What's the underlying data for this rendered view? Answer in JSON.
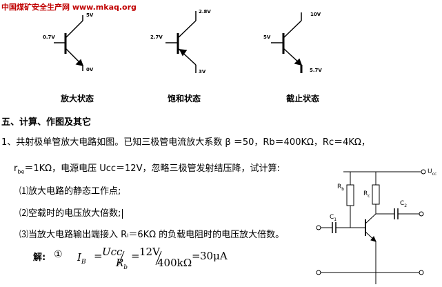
{
  "watermark": "中国煤矿安全生产网 www.mkaq.org",
  "transistors": [
    {
      "caption": "放大状态",
      "labels": {
        "base": "0.7V",
        "collector": "5V",
        "emitter": "0V"
      }
    },
    {
      "caption": "饱和状态",
      "labels": {
        "base": "2.7V",
        "collector": "2.8V",
        "emitter": "3V"
      }
    },
    {
      "caption": "截止状态",
      "labels": {
        "base": "5V",
        "collector": "10V",
        "emitter": "5.7V"
      }
    }
  ],
  "section_heading": "五、计算、作图及其它",
  "problem": {
    "line1": "1、共射极单管放大电路如图。已知三极管电流放大系数 β ＝50，Rb＝400KΩ，Rc＝4KΩ，",
    "line2_prefix": "r",
    "line2_sub": "be",
    "line2_rest": "＝1KΩ，电源电压 Ucc＝12V，忽略三极管发射结压降，试计算:",
    "items": [
      "⑴放大电路的静态工作点;",
      "⑵空载时的电压放大倍数;",
      "⑶当放大电路输出端接入 Rₗ＝6KΩ 的负载电阻时的电压放大倍数。"
    ]
  },
  "solution": {
    "label": "解:",
    "step": "①",
    "ib": "I",
    "ib_sub": "B",
    "eq": "=",
    "ucc": "Ucc",
    "rb": "R",
    "rb_sub": "b",
    "eq2": "=",
    "v12": "12V",
    "r400": "400kΩ",
    "eq3": "=",
    "result": "30μA"
  },
  "circuit_labels": {
    "ucc": "U",
    "ucc_sub": "cc",
    "rb": "R",
    "rb_sub": "b",
    "rc": "R",
    "rc_sub": "c",
    "c1": "C",
    "c1_sub": "1",
    "c2": "C",
    "c2_sub": "2"
  }
}
